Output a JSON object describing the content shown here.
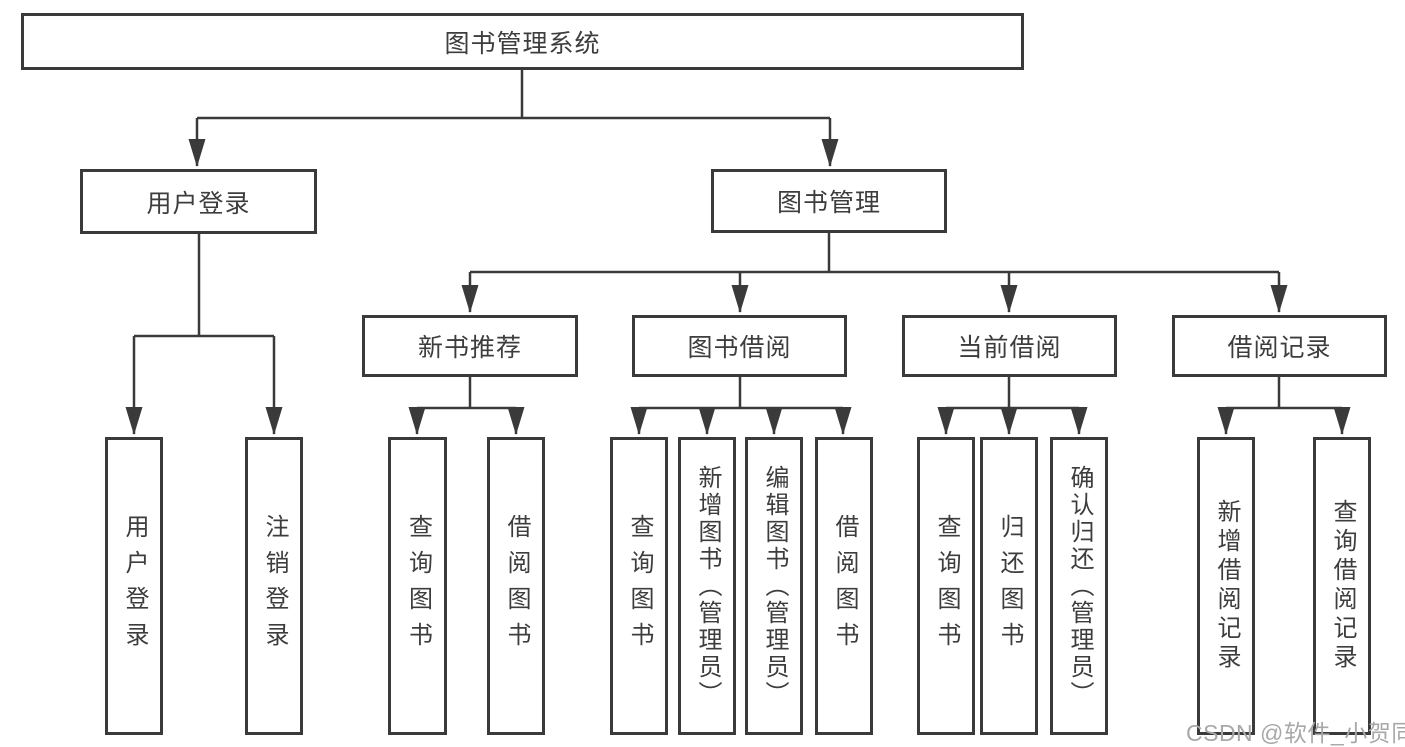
{
  "diagram_title": "图书管理系统",
  "tree": {
    "root": "图书管理系统",
    "branches": [
      {
        "label": "用户登录",
        "children": [
          "用户登录",
          "注销登录"
        ]
      },
      {
        "label": "图书管理",
        "groups": [
          {
            "label": "新书推荐",
            "children": [
              "查询图书",
              "借阅图书"
            ]
          },
          {
            "label": "图书借阅",
            "children": [
              "查询图书",
              "新增图书（管理员）",
              "编辑图书（管理员）",
              "借阅图书"
            ]
          },
          {
            "label": "当前借阅",
            "children": [
              "查询图书",
              "归还图书",
              "确认归还（管理员）"
            ]
          },
          {
            "label": "借阅记录",
            "children": [
              "新增借阅记录",
              "查询借阅记录"
            ]
          }
        ]
      }
    ]
  },
  "watermark": {
    "text": "CSDN @软件_小贺同学"
  },
  "colors": {
    "line": "#3a3a3a",
    "box_border": "#3a3a3a",
    "box_fill": "#ffffff",
    "text": "#3d3d3d",
    "watermark": "#a8a8a8"
  }
}
